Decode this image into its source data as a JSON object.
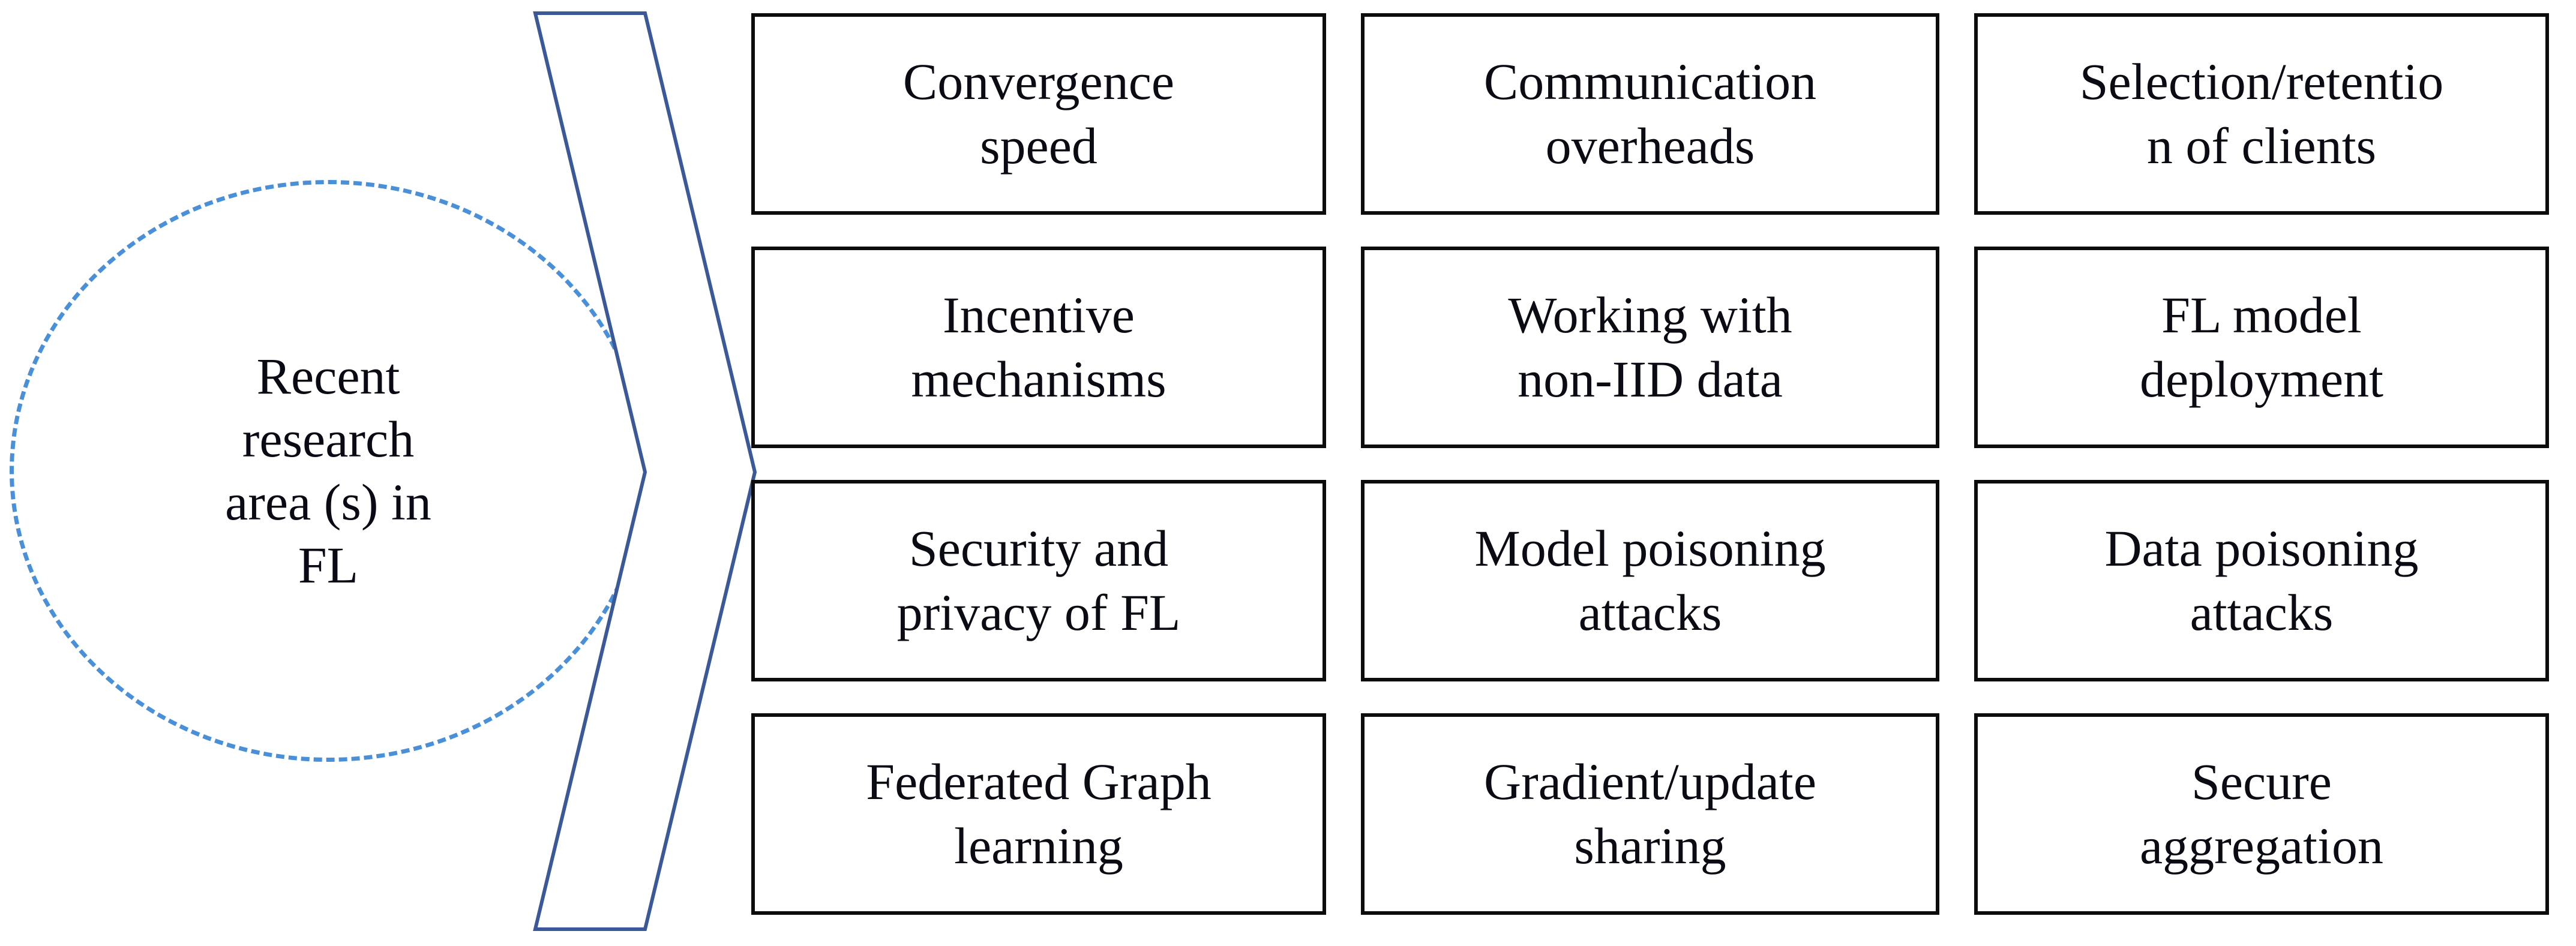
{
  "diagram": {
    "title": "Recent research area (s) in FL",
    "accent_color": "#4a90d9",
    "chevron_color": "#3b5998",
    "box_border_color": "#0c0c0c",
    "text_color": "#0b0b14",
    "background_color": "#ffffff",
    "root": {
      "label": "Recent\nresearch\narea (s) in\nFL",
      "shape": "dashed-circle"
    },
    "connector": {
      "shape": "chevron-arrow",
      "direction": "right"
    },
    "columns": 3,
    "rows": 4,
    "boxes": [
      {
        "row": 1,
        "column": 1,
        "label": "Convergence\nspeed"
      },
      {
        "row": 1,
        "column": 2,
        "label": "Communication\noverheads"
      },
      {
        "row": 1,
        "column": 3,
        "label": "Selection/retentio\nn of clients"
      },
      {
        "row": 2,
        "column": 1,
        "label": "Incentive\nmechanisms"
      },
      {
        "row": 2,
        "column": 2,
        "label": "Working with\nnon-IID data"
      },
      {
        "row": 2,
        "column": 3,
        "label": "FL  model\ndeployment"
      },
      {
        "row": 3,
        "column": 1,
        "label": "Security and\nprivacy of FL"
      },
      {
        "row": 3,
        "column": 2,
        "label": "Model poisoning\nattacks"
      },
      {
        "row": 3,
        "column": 3,
        "label": "Data poisoning\nattacks"
      },
      {
        "row": 4,
        "column": 1,
        "label": "Federated Graph\nlearning"
      },
      {
        "row": 4,
        "column": 2,
        "label": "Gradient/update\nsharing"
      },
      {
        "row": 4,
        "column": 3,
        "label": "Secure\naggregation"
      }
    ]
  }
}
